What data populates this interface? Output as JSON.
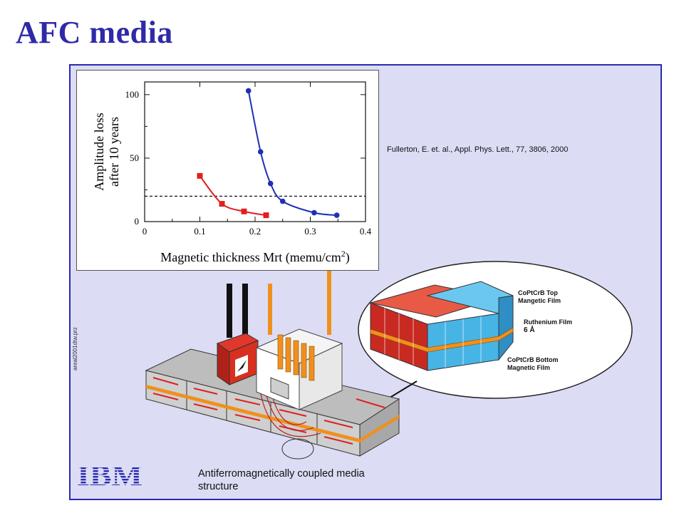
{
  "slide": {
    "title": "AFC media"
  },
  "citation": "Fullerton, E. et. al., Appl. Phys. Lett., 77, 3806, 2000",
  "side_label": "areal2001dtw.prz",
  "logo": "IBM",
  "caption": {
    "line1": "Antiferromagnetically coupled media",
    "line2": "structure"
  },
  "inset_labels": {
    "top_film": [
      "CoPtCrB Top",
      "Mangetic Film"
    ],
    "ruthenium": [
      "Ruthenium Film",
      "6 Å"
    ],
    "bottom_film": [
      "CoPtCrB Bottom",
      "Magnetic Film"
    ]
  },
  "colors": {
    "title": "#2f2aa8",
    "panel": "#dcdcf5",
    "blue_series": "#1f2fb5",
    "red_series": "#e02020",
    "orange_layer": "#f0901c",
    "cyan_domain": "#4db8ea",
    "red_domain": "#d83028"
  },
  "chart_data": {
    "type": "scatter",
    "ylabel_line1": "Amplitude loss",
    "ylabel_line2": "after 10 years",
    "xlabel": "Magnetic thickness Mrt (memu/cm",
    "xlabel_sup": "2",
    "xlabel_end": ")",
    "xlim": [
      0,
      0.4
    ],
    "ylim": [
      0,
      110
    ],
    "x_ticks": [
      "0",
      "0.1",
      "0.2",
      "0.3",
      "0.4"
    ],
    "x_tick_values": [
      0,
      0.1,
      0.2,
      0.3,
      0.4
    ],
    "y_ticks": [
      "0",
      "50",
      "100"
    ],
    "y_tick_values": [
      0,
      50,
      100
    ],
    "reference_line_y": 20,
    "series": [
      {
        "color": "#1f2fb5",
        "marker": "circle",
        "x": [
          0.188,
          0.21,
          0.228,
          0.25,
          0.307,
          0.348
        ],
        "y": [
          103,
          55,
          30,
          16,
          7,
          5
        ]
      },
      {
        "color": "#e02020",
        "marker": "square",
        "x": [
          0.1,
          0.14,
          0.18,
          0.22
        ],
        "y": [
          36,
          14,
          8,
          5
        ]
      }
    ]
  }
}
